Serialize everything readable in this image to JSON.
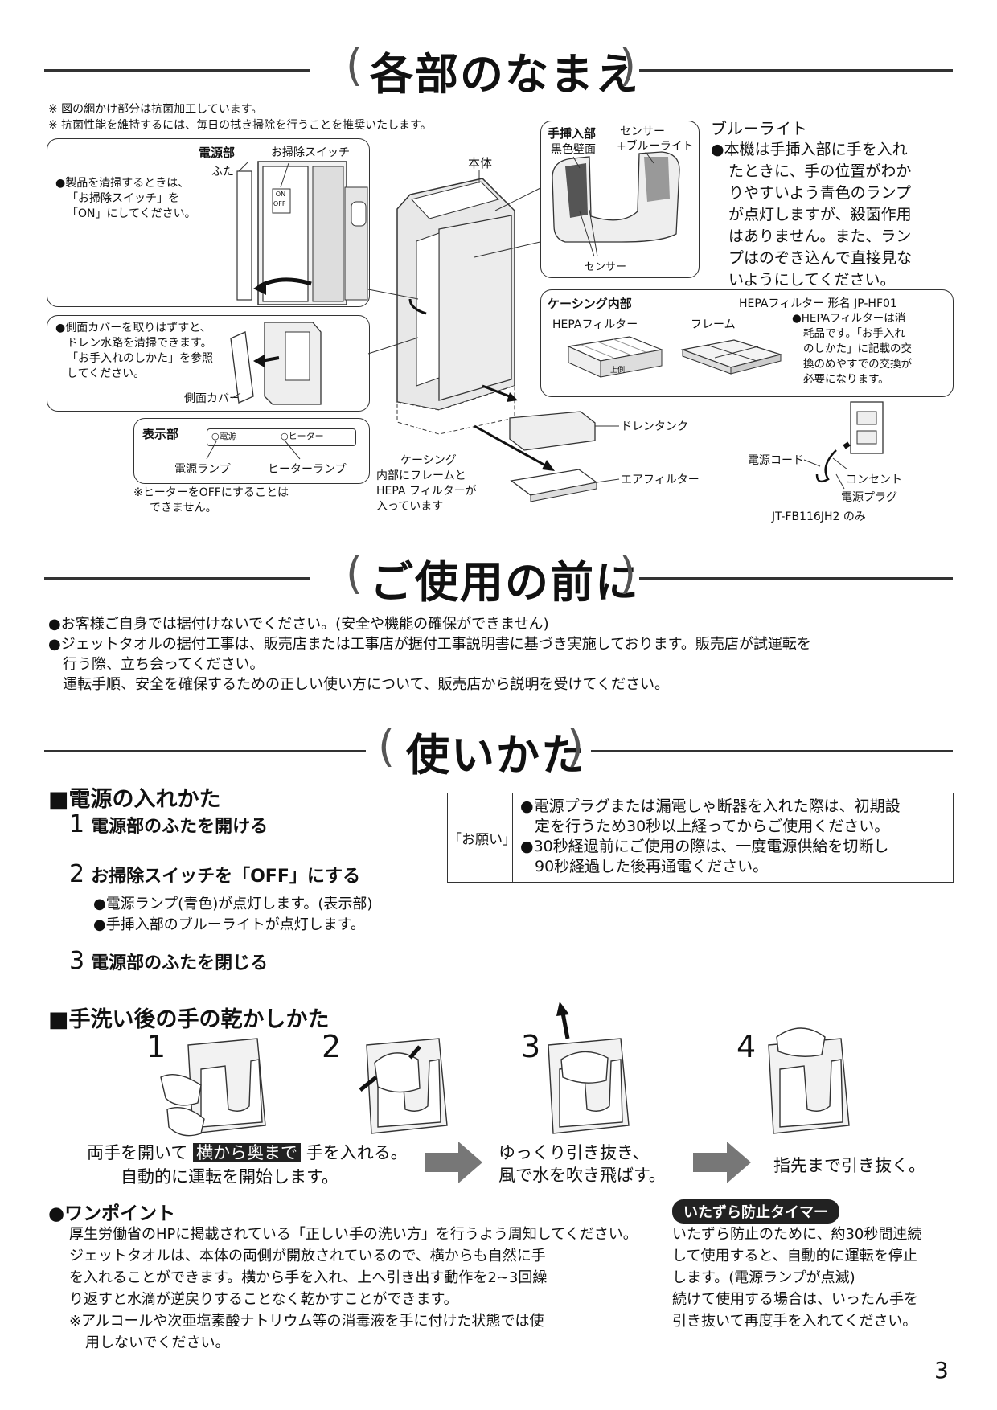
{
  "sections": {
    "parts_title": "各部のなまえ",
    "before_use_title": "ご使用の前に",
    "how_to_title": "使いかた",
    "open_bracket": "(",
    "close_bracket": ")"
  },
  "parts": {
    "notes": [
      "※ 図の網かけ部分は抗菌加工しています。",
      "※ 抗菌性能を維持するには、毎日の拭き掃除を行うことを推奨いたします。"
    ],
    "power_box": {
      "title": "電源部",
      "lid": "ふた",
      "clean_switch": "お掃除スイッチ",
      "text": [
        "●製品を清掃するときは、",
        "「お掃除スイッチ」を",
        "「ON」にしてください。"
      ],
      "sw_on": "ON",
      "sw_off": "OFF"
    },
    "side_box": {
      "text": [
        "●側面カバーを取りはずすと、",
        "ドレン水路を清掃できます。",
        "「お手入れのしかた」を参照",
        "してください。"
      ],
      "label": "側面カバー"
    },
    "display_box": {
      "title": "表示部",
      "power_small": "電源",
      "heater_small": "ヒーター",
      "power_lamp": "電源ランプ",
      "heater_lamp": "ヒーターランプ"
    },
    "heater_note": [
      "※ヒーターをOFFにすることは",
      "できません。"
    ],
    "main_body": "本体",
    "hand_box": {
      "title": "手挿入部",
      "black_wall": "黒色壁面",
      "sensor_top": "センサー",
      "sensor_blue": "+ブルーライト",
      "sensor_bottom": "センサー"
    },
    "blue_light": {
      "title": "ブルーライト",
      "text": [
        "●本機は手挿入部に手を入れ",
        "たときに、手の位置がわか",
        "りやすいよう青色のランプ",
        "が点灯しますが、殺菌作用",
        "はありません。また、ラン",
        "プはのぞき込んで直接見な",
        "いようにしてください。"
      ]
    },
    "casing_box": {
      "title": "ケーシング内部",
      "hepa_model": "HEPAフィルター 形名 JP-HF01",
      "hepa": "HEPAフィルター",
      "frame": "フレーム",
      "hepa_tag": "上側",
      "text": [
        "●HEPAフィルターは消",
        "耗品です。「お手入れ",
        "のしかた」に記載の交",
        "換のめやすでの交換が",
        "必要になります。"
      ]
    },
    "drain_tank": "ドレンタンク",
    "air_filter": "エアフィルター",
    "casing": {
      "title": "ケーシング",
      "text": [
        "内部にフレームと",
        "HEPA フィルターが",
        "入っています"
      ]
    },
    "power_cord": "電源コード",
    "outlet": "コンセント",
    "plug": "電源プラグ",
    "plug_note": "JT-FB116JH2 のみ"
  },
  "before_use": {
    "lines": [
      "●お客様ご自身では据付けないでください。(安全や機能の確保ができません)",
      "●ジェットタオルの据付工事は、販売店または工事店が据付工事説明書に基づき実施しております。販売店が試運転を",
      "行う際、立ち会ってください。",
      "運転手順、安全を確保するための正しい使い方について、販売店から説明を受けてください。"
    ]
  },
  "power_on": {
    "title": "■電源の入れかた",
    "steps": [
      {
        "num": "1",
        "text": "電源部のふたを開ける"
      },
      {
        "num": "2",
        "text": "お掃除スイッチを「OFF」にする"
      },
      {
        "num": "3",
        "text": "電源部のふたを閉じる"
      }
    ],
    "step2_notes": [
      "●電源ランプ(青色)が点灯します。(表示部)",
      "●手挿入部のブルーライトが点灯します。"
    ],
    "request_label": "「お願い」",
    "request_lines": [
      "●電源プラグまたは漏電しゃ断器を入れた際は、初期設",
      "定を行うため30秒以上経ってからご使用ください。",
      "●30秒経過前にご使用の際は、一度電源供給を切断し",
      "90秒経過した後再通電ください。"
    ]
  },
  "drying": {
    "title": "■手洗い後の手の乾かしかた",
    "nums": [
      "1",
      "2",
      "3",
      "4"
    ],
    "cap1_a": "両手を開いて",
    "cap1_hl": "横から奥まで",
    "cap1_b": "手を入れる。",
    "cap1_c": "自動的に運転を開始します。",
    "cap2": [
      "ゆっくり引き抜き、",
      "風で水を吹き飛ばす。"
    ],
    "cap3": "指先まで引き抜く。"
  },
  "one_point": {
    "title": "●ワンポイント",
    "lines": [
      "厚生労働省のHPに掲載されている「正しい手の洗い方」を行うよう周知してください。",
      "ジェットタオルは、本体の両側が開放されているので、横からも自然に手",
      "を入れることができます。横から手を入れ、上へ引き出す動作を2~3回繰",
      "り返すと水滴が逆戻りすることなく乾かすことができます。"
    ],
    "note": [
      "※アルコールや次亜塩素酸ナトリウム等の消毒液を手に付けた状態では使",
      "用しないでください。"
    ]
  },
  "timer": {
    "title": "いたずら防止タイマー",
    "lines": [
      "いたずら防止のために、約30秒間連続",
      "して使用すると、自動的に運転を停止",
      "します。(電源ランプが点滅)",
      "続けて使用する場合は、いったん手を",
      "引き抜いて再度手を入れてください。"
    ]
  },
  "page_number": "3"
}
